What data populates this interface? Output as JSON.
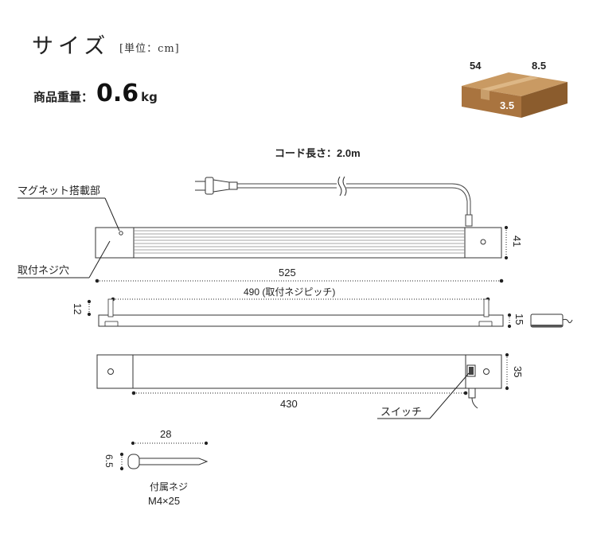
{
  "heading": {
    "title": "サイズ",
    "unit_note": "[単位：cm]"
  },
  "weight": {
    "label": "商品重量：",
    "value": "0.6",
    "unit": "kg"
  },
  "package_box": {
    "length": "54",
    "depth": "8.5",
    "height": "3.5",
    "color": "#b07a45"
  },
  "top_view": {
    "cord_label": "コード長さ：2.0m",
    "magnet_callout": "マグネット搭載部",
    "screw_hole_callout": "取付ネジ穴",
    "length": "525",
    "height": "41"
  },
  "side_view": {
    "pitch_label": "490 (取付ネジピッチ)",
    "screw_height": "12",
    "thickness": "15"
  },
  "front_view": {
    "height": "35",
    "light_length": "430",
    "switch_callout": "スイッチ"
  },
  "screw": {
    "length": "28",
    "head": "6.5",
    "caption_line1": "付属ネジ",
    "caption_line2": "M4×25"
  }
}
